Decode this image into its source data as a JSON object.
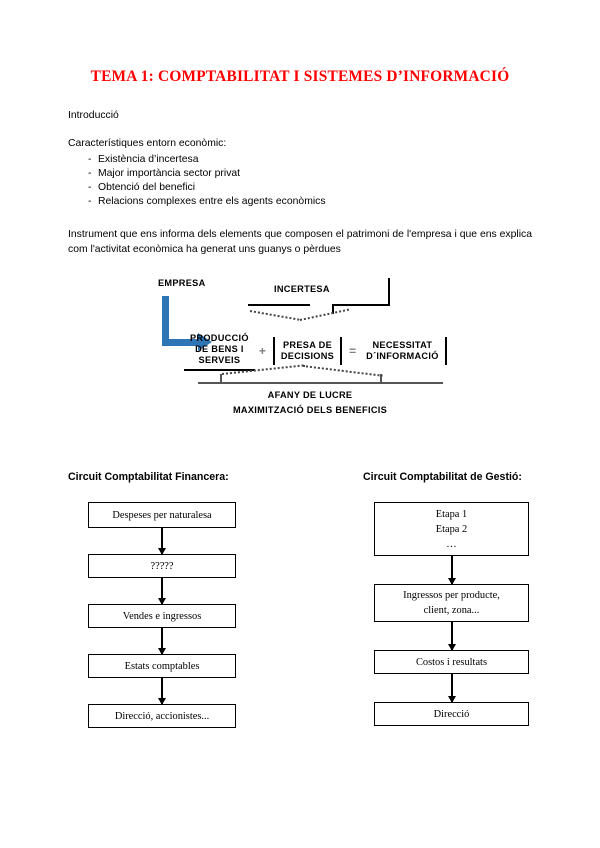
{
  "document": {
    "title": "TEMA 1: COMPTABILITAT I SISTEMES D’INFORMACIÓ",
    "title_color": "#ff0000",
    "intro_label": "Introducció",
    "characteristics_heading": "Característiques entorn econòmic:",
    "bullet_marker": "-",
    "bullets": [
      "Existència d’incertesa",
      "Major importància sector privat",
      "Obtenció del benefici",
      "Relacions complexes entre els agents econòmics"
    ],
    "paragraph": "Instrument que ens informa dels elements que composen el patrimoni de l'empresa i que ens explica com l'activitat econòmica ha generat uns guanys o pèrdues"
  },
  "diagram": {
    "arrow_color": "#2e75b6",
    "empresa_label": "EMPRESA",
    "incertesa_label": "INCERTESA",
    "equation": {
      "term1": "PRODUCCIÓ\nDE BENS I\nSERVEIS",
      "term1_line1": "PRODUCCIÓ",
      "term1_line2": "DE BENS I",
      "term1_line3": "SERVEIS",
      "operator_plus": "+",
      "term2_line1": "PRESA DE",
      "term2_line2": "DECISIONS",
      "operator_equals": "=",
      "term3_line1": "NECESSITAT",
      "term3_line2": "D´INFORMACIÓ"
    },
    "bottom_label_1": "AFANY DE LUCRE",
    "bottom_label_2": "MAXIMITZACIÓ DELS BENEFICIS"
  },
  "flowcharts": {
    "left": {
      "heading": "Circuit Comptabilitat Financera:",
      "boxes": [
        {
          "lines": [
            "Despeses per naturalesa"
          ]
        },
        {
          "lines": [
            "?????"
          ]
        },
        {
          "lines": [
            "Vendes e ingressos"
          ]
        },
        {
          "lines": [
            "Estats comptables"
          ]
        },
        {
          "lines": [
            "Direcció, accionistes..."
          ]
        }
      ]
    },
    "right": {
      "heading": "Circuit Comptabilitat de Gestió:",
      "boxes": [
        {
          "lines": [
            "Etapa 1",
            "Etapa 2",
            "…"
          ]
        },
        {
          "lines": [
            "Ingressos per producte,",
            "client, zona..."
          ]
        },
        {
          "lines": [
            "Costos i resultats"
          ]
        },
        {
          "lines": [
            "Direcció"
          ]
        }
      ]
    }
  }
}
